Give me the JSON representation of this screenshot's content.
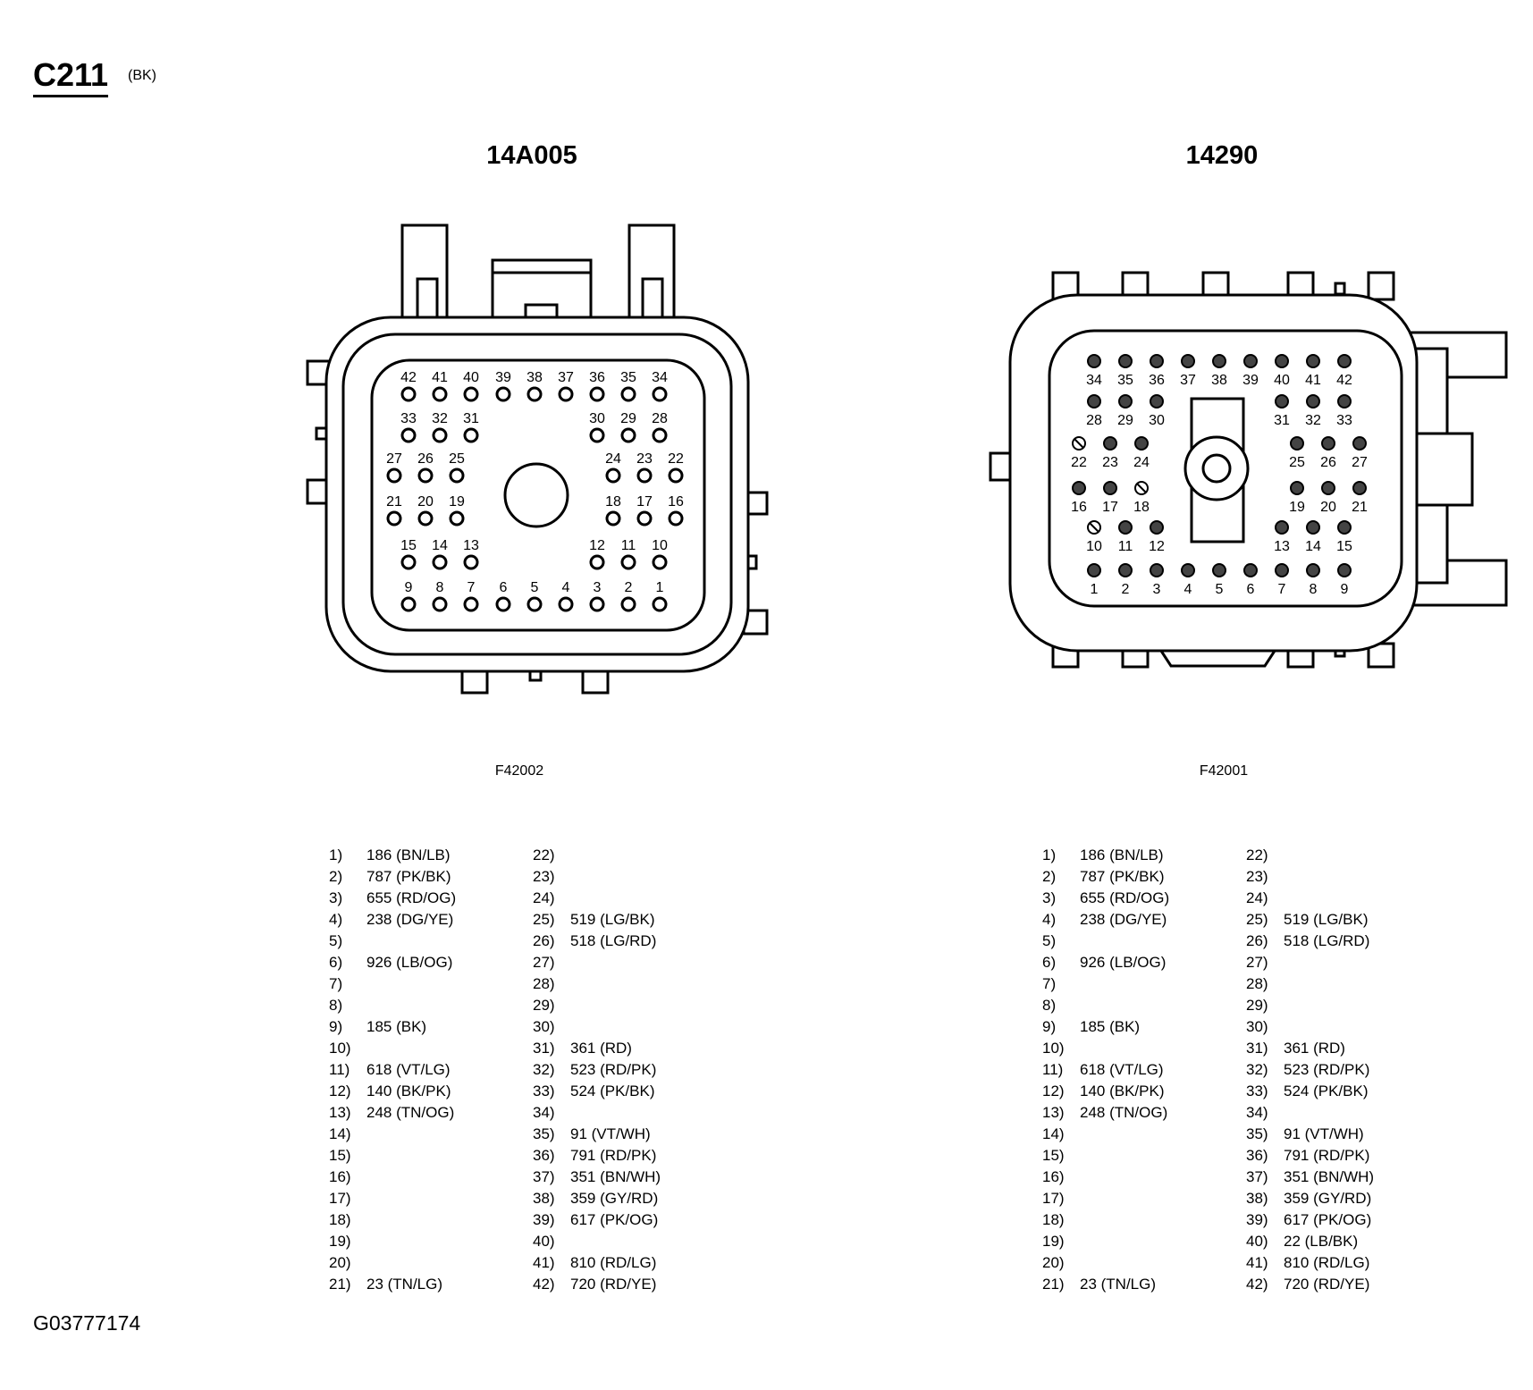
{
  "header": {
    "title": "C211",
    "title_sub": "(BK)",
    "diagram_id": "G03777174"
  },
  "connectors": [
    {
      "title": "14A005",
      "figure_id": "F42002",
      "style": "open",
      "pins": {
        "rows": [
          [
            "42",
            "41",
            "40",
            "39",
            "38",
            "37",
            "36",
            "35",
            "34"
          ],
          [
            "33",
            "32",
            "31",
            "30",
            "29",
            "28"
          ],
          [
            "27",
            "26",
            "25",
            "24",
            "23",
            "22"
          ],
          [
            "21",
            "20",
            "19",
            "18",
            "17",
            "16"
          ],
          [
            "15",
            "14",
            "13",
            "12",
            "11",
            "10"
          ],
          [
            "9",
            "8",
            "7",
            "6",
            "5",
            "4",
            "3",
            "2",
            "1"
          ]
        ]
      },
      "pinout": [
        {
          "pin": "1)",
          "circuit": "186 (BN/LB)"
        },
        {
          "pin": "2)",
          "circuit": "787 (PK/BK)"
        },
        {
          "pin": "3)",
          "circuit": "655 (RD/OG)"
        },
        {
          "pin": "4)",
          "circuit": "238 (DG/YE)"
        },
        {
          "pin": "5)",
          "circuit": ""
        },
        {
          "pin": "6)",
          "circuit": "926 (LB/OG)"
        },
        {
          "pin": "7)",
          "circuit": ""
        },
        {
          "pin": "8)",
          "circuit": ""
        },
        {
          "pin": "9)",
          "circuit": "185 (BK)"
        },
        {
          "pin": "10)",
          "circuit": ""
        },
        {
          "pin": "11)",
          "circuit": "618 (VT/LG)"
        },
        {
          "pin": "12)",
          "circuit": "140 (BK/PK)"
        },
        {
          "pin": "13)",
          "circuit": "248 (TN/OG)"
        },
        {
          "pin": "14)",
          "circuit": ""
        },
        {
          "pin": "15)",
          "circuit": ""
        },
        {
          "pin": "16)",
          "circuit": ""
        },
        {
          "pin": "17)",
          "circuit": ""
        },
        {
          "pin": "18)",
          "circuit": ""
        },
        {
          "pin": "19)",
          "circuit": ""
        },
        {
          "pin": "20)",
          "circuit": ""
        },
        {
          "pin": "21)",
          "circuit": "23 (TN/LG)"
        },
        {
          "pin": "22)",
          "circuit": ""
        },
        {
          "pin": "23)",
          "circuit": ""
        },
        {
          "pin": "24)",
          "circuit": ""
        },
        {
          "pin": "25)",
          "circuit": "519 (LG/BK)"
        },
        {
          "pin": "26)",
          "circuit": "518 (LG/RD)"
        },
        {
          "pin": "27)",
          "circuit": ""
        },
        {
          "pin": "28)",
          "circuit": ""
        },
        {
          "pin": "29)",
          "circuit": ""
        },
        {
          "pin": "30)",
          "circuit": ""
        },
        {
          "pin": "31)",
          "circuit": "361 (RD)"
        },
        {
          "pin": "32)",
          "circuit": "523 (RD/PK)"
        },
        {
          "pin": "33)",
          "circuit": "524 (PK/BK)"
        },
        {
          "pin": "34)",
          "circuit": ""
        },
        {
          "pin": "35)",
          "circuit": "91 (VT/WH)"
        },
        {
          "pin": "36)",
          "circuit": "791 (RD/PK)"
        },
        {
          "pin": "37)",
          "circuit": "351 (BN/WH)"
        },
        {
          "pin": "38)",
          "circuit": "359 (GY/RD)"
        },
        {
          "pin": "39)",
          "circuit": "617 (PK/OG)"
        },
        {
          "pin": "40)",
          "circuit": ""
        },
        {
          "pin": "41)",
          "circuit": "810 (RD/LG)"
        },
        {
          "pin": "42)",
          "circuit": "720 (RD/YE)"
        }
      ]
    },
    {
      "title": "14290",
      "figure_id": "F42001",
      "style": "filled",
      "pins": {
        "rows": [
          [
            "34",
            "35",
            "36",
            "37",
            "38",
            "39",
            "40",
            "41",
            "42"
          ],
          [
            "28",
            "29",
            "30",
            "31",
            "32",
            "33"
          ],
          [
            "22",
            "23",
            "24",
            "25",
            "26",
            "27"
          ],
          [
            "16",
            "17",
            "18",
            "19",
            "20",
            "21"
          ],
          [
            "10",
            "11",
            "12",
            "13",
            "14",
            "15"
          ],
          [
            "1",
            "2",
            "3",
            "4",
            "5",
            "6",
            "7",
            "8",
            "9"
          ]
        ],
        "empty_cavities": [
          "22",
          "18",
          "10"
        ]
      },
      "pinout": [
        {
          "pin": "1)",
          "circuit": "186 (BN/LB)"
        },
        {
          "pin": "2)",
          "circuit": "787 (PK/BK)"
        },
        {
          "pin": "3)",
          "circuit": "655 (RD/OG)"
        },
        {
          "pin": "4)",
          "circuit": "238 (DG/YE)"
        },
        {
          "pin": "5)",
          "circuit": ""
        },
        {
          "pin": "6)",
          "circuit": "926 (LB/OG)"
        },
        {
          "pin": "7)",
          "circuit": ""
        },
        {
          "pin": "8)",
          "circuit": ""
        },
        {
          "pin": "9)",
          "circuit": "185 (BK)"
        },
        {
          "pin": "10)",
          "circuit": ""
        },
        {
          "pin": "11)",
          "circuit": "618 (VT/LG)"
        },
        {
          "pin": "12)",
          "circuit": "140 (BK/PK)"
        },
        {
          "pin": "13)",
          "circuit": "248 (TN/OG)"
        },
        {
          "pin": "14)",
          "circuit": ""
        },
        {
          "pin": "15)",
          "circuit": ""
        },
        {
          "pin": "16)",
          "circuit": ""
        },
        {
          "pin": "17)",
          "circuit": ""
        },
        {
          "pin": "18)",
          "circuit": ""
        },
        {
          "pin": "19)",
          "circuit": ""
        },
        {
          "pin": "20)",
          "circuit": ""
        },
        {
          "pin": "21)",
          "circuit": "23 (TN/LG)"
        },
        {
          "pin": "22)",
          "circuit": ""
        },
        {
          "pin": "23)",
          "circuit": ""
        },
        {
          "pin": "24)",
          "circuit": ""
        },
        {
          "pin": "25)",
          "circuit": "519 (LG/BK)"
        },
        {
          "pin": "26)",
          "circuit": "518 (LG/RD)"
        },
        {
          "pin": "27)",
          "circuit": ""
        },
        {
          "pin": "28)",
          "circuit": ""
        },
        {
          "pin": "29)",
          "circuit": ""
        },
        {
          "pin": "30)",
          "circuit": ""
        },
        {
          "pin": "31)",
          "circuit": "361 (RD)"
        },
        {
          "pin": "32)",
          "circuit": "523 (RD/PK)"
        },
        {
          "pin": "33)",
          "circuit": "524 (PK/BK)"
        },
        {
          "pin": "34)",
          "circuit": ""
        },
        {
          "pin": "35)",
          "circuit": "91 (VT/WH)"
        },
        {
          "pin": "36)",
          "circuit": "791 (RD/PK)"
        },
        {
          "pin": "37)",
          "circuit": "351 (BN/WH)"
        },
        {
          "pin": "38)",
          "circuit": "359 (GY/RD)"
        },
        {
          "pin": "39)",
          "circuit": "617 (PK/OG)"
        },
        {
          "pin": "40)",
          "circuit": "22 (LB/BK)"
        },
        {
          "pin": "41)",
          "circuit": "810 (RD/LG)"
        },
        {
          "pin": "42)",
          "circuit": "720 (RD/YE)"
        }
      ]
    }
  ]
}
